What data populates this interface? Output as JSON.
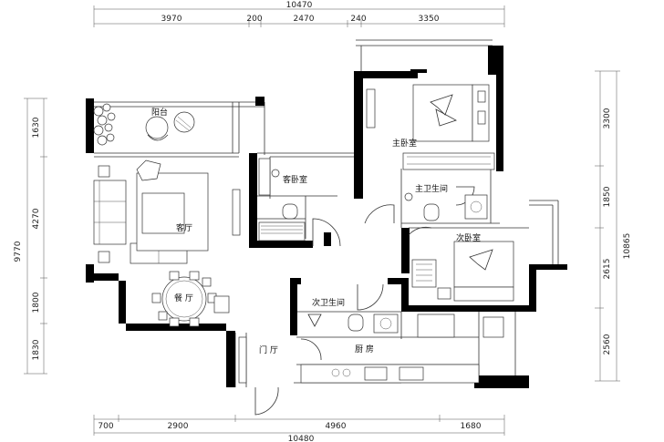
{
  "dimensions": {
    "top_total": "10470",
    "top_segments": [
      "3970",
      "200",
      "2470",
      "240",
      "3350"
    ],
    "bottom_total": "10480",
    "bottom_segments": [
      "700",
      "2900",
      "4960",
      "1680"
    ],
    "left_total": "9770",
    "left_segments": [
      "1630",
      "4270",
      "1800",
      "1830"
    ],
    "right_total": "10865",
    "right_segments": [
      "3300",
      "1850",
      "2615",
      "2560"
    ]
  },
  "rooms": {
    "balcony": "阳台",
    "master_bedroom": "主卧室",
    "guest_bedroom": "客卧室",
    "master_bathroom": "主卫生间",
    "living_room": "客厅",
    "second_bedroom": "次卧室",
    "dining_room": "餐 厅",
    "second_bathroom": "次卫生间",
    "foyer": "门 厅",
    "kitchen": "厨 房"
  }
}
